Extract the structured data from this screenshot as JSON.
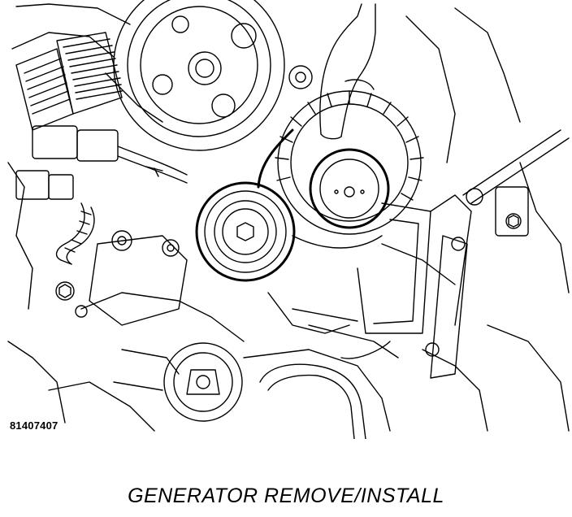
{
  "figure": {
    "id": "81407407",
    "caption": "GENERATOR REMOVE/INSTALL"
  },
  "parts": [
    "power-steering-pump-pulley",
    "generator",
    "generator-pulley",
    "belt-idler-pulley",
    "wiring-harness",
    "mounting-bracket",
    "belt-tensioner"
  ],
  "colors": {
    "line": "#000000",
    "background": "#ffffff"
  }
}
